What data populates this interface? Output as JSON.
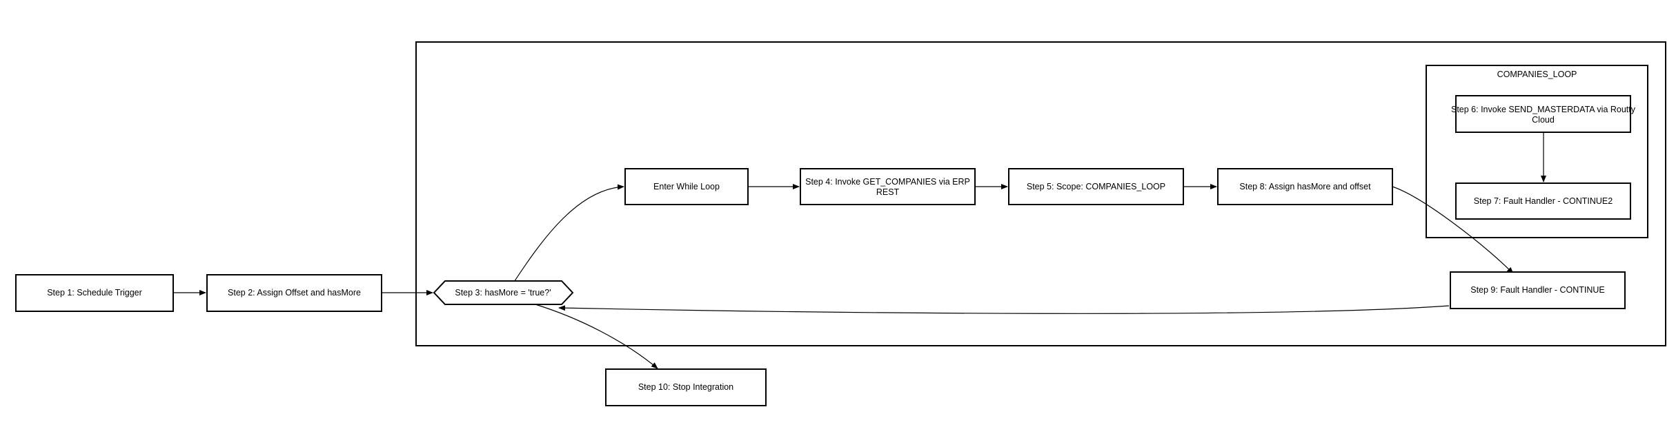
{
  "nodes": {
    "step1": "Step 1: Schedule Trigger",
    "step2": "Step 2: Assign Offset and hasMore",
    "step3": "Step 3: hasMore = 'true?'",
    "enter_loop": "Enter While Loop",
    "step4_line1": "Step 4: Invoke GET_COMPANIES via ERP",
    "step4_line2": "REST",
    "step5": "Step 5: Scope: COMPANIES_LOOP",
    "step8": "Step 8: Assign hasMore and offset",
    "step6_line1": "Step 6: Invoke SEND_MASTERDATA via Routty",
    "step6_line2": "Cloud",
    "step7": "Step 7: Fault Handler - CONTINUE2",
    "step9": "Step 9: Fault Handler - CONTINUE",
    "step10": "Step 10: Stop Integration"
  },
  "clusters": {
    "companies_loop_label": "COMPANIES_LOOP"
  },
  "colors": {
    "stroke": "#000000",
    "fill": "#ffffff",
    "text": "#000000"
  }
}
